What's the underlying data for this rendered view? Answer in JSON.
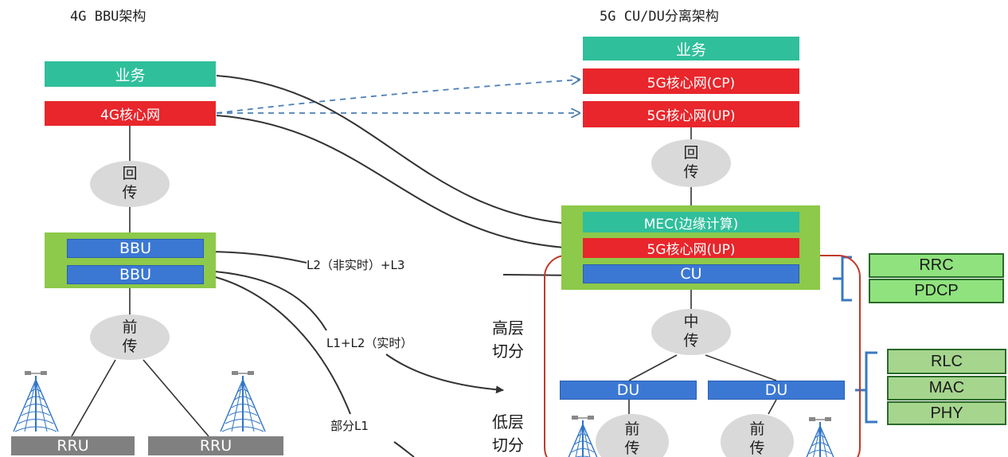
{
  "titles": {
    "left": "4G BBU架构",
    "right": "5G CU/DU分离架构"
  },
  "left": {
    "service": "业务",
    "core": "4G核心网",
    "backhaul": [
      "回",
      "传"
    ],
    "bbu_1": "BBU",
    "bbu_2": "BBU",
    "fronthaul": [
      "前",
      "传"
    ],
    "rru_1": "RRU",
    "rru_2": "RRU"
  },
  "right": {
    "service": "业务",
    "core_cp": "5G核心网(CP)",
    "core_up": "5G核心网(UP)",
    "backhaul": [
      "回",
      "传"
    ],
    "mec": "MEC(边缘计算)",
    "core_up_edge": "5G核心网(UP)",
    "cu": "CU",
    "midhaul": [
      "中",
      "传"
    ],
    "du_1": "DU",
    "du_2": "DU",
    "fronthaul_1": [
      "前",
      "传"
    ],
    "fronthaul_2": [
      "前",
      "传"
    ]
  },
  "split_labels": {
    "l2_l3": "L2（非实时）+L3",
    "l1_l2": "L1+L2（实时）",
    "partial_l1": "部分L1",
    "high_split": [
      "高层",
      "切分"
    ],
    "low_split": [
      "低层",
      "切分"
    ]
  },
  "protocols": {
    "cu_group": [
      "RRC",
      "PDCP"
    ],
    "du_group": [
      "RLC",
      "MAC",
      "PHY"
    ]
  },
  "colors": {
    "teal": "#2fbf9b",
    "red": "#e8262b",
    "blue": "#3b78d4",
    "green": "#8dc94a",
    "gray": "#808080",
    "bracket": "#3a78c2",
    "arrow": "#333333",
    "dashed_arrow": "#4a7fb5"
  },
  "icons": [
    "antenna-tower-icon",
    "antenna-tower-icon",
    "antenna-tower-icon",
    "antenna-tower-icon"
  ]
}
